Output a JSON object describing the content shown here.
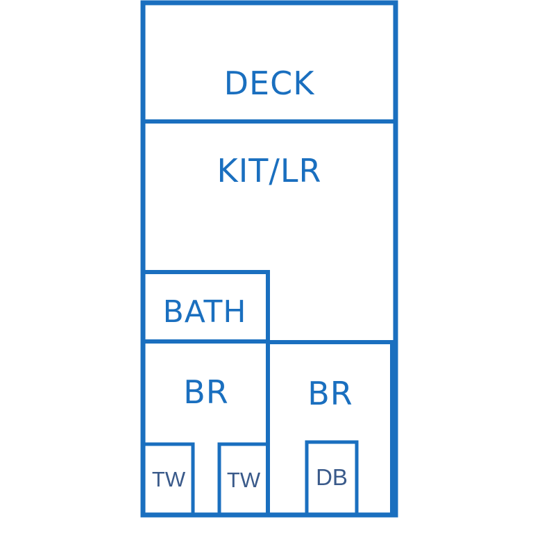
{
  "colors": {
    "wall": "#1a6fbf",
    "room_text": "#1a6fbf",
    "furniture_text": "#3a5a8a",
    "background": "#ffffff"
  },
  "rooms": {
    "deck": "DECK",
    "kitchen_living": "KIT/LR",
    "bath": "BATH",
    "bedroom_left": "BR",
    "bedroom_right": "BR"
  },
  "furniture": {
    "twin_bed_1": "TW",
    "twin_bed_2": "TW",
    "double_bed": "DB"
  }
}
